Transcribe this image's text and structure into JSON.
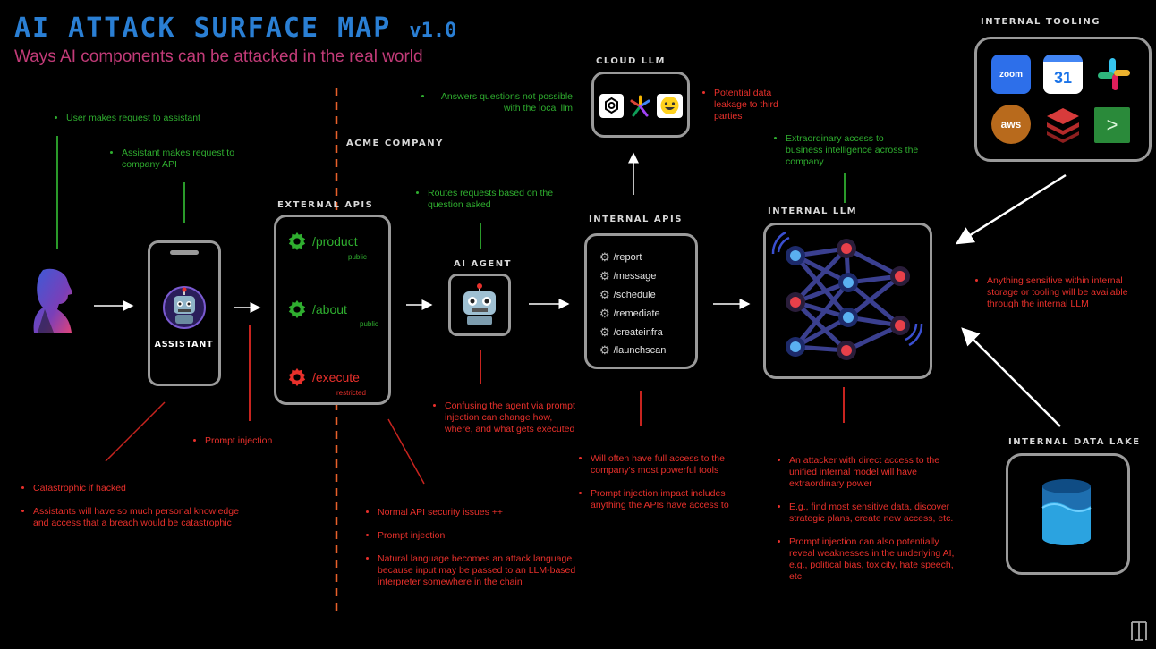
{
  "header": {
    "title": "AI ATTACK SURFACE MAP",
    "version": "v1.0",
    "subtitle": "Ways AI components can be attacked in the real world"
  },
  "sections": {
    "acme": "ACME COMPANY",
    "external_apis": "EXTERNAL APIS",
    "ai_agent": "AI AGENT",
    "cloud_llm": "CLOUD LLM",
    "internal_apis": "INTERNAL APIS",
    "internal_llm": "INTERNAL LLM",
    "internal_tooling": "INTERNAL TOOLING",
    "internal_data_lake": "INTERNAL DATA LAKE"
  },
  "assistant": {
    "label": "ASSISTANT"
  },
  "external_apis": [
    {
      "path": "/product",
      "tag": "public",
      "color": "#2fae2f"
    },
    {
      "path": "/about",
      "tag": "public",
      "color": "#2fae2f"
    },
    {
      "path": "/execute",
      "tag": "restricted",
      "color": "#e8302b"
    }
  ],
  "internal_apis": [
    "/report",
    "/message",
    "/schedule",
    "/remediate",
    "/createinfra",
    "/launchscan"
  ],
  "tooling": [
    "zoom",
    "31",
    "aws",
    ">"
  ],
  "notes": {
    "user": "User makes request to assistant",
    "assistant_api": "Assistant makes request to company API",
    "agent_routes": "Routes requests based on the question asked",
    "cloud_answers": "Answers questions not possible with the local llm",
    "cloud_leakage": "Potential data leakage to third parties",
    "llm_access": "Extraordinary access to business intelligence across the company",
    "sensitive": "Anything sensitive within internal storage or tooling will be available through the internal LLM",
    "prompt_injection_assistant": "Prompt injection",
    "assistant_risks": [
      "Catastrophic if hacked",
      "Assistants will have so much personal knowledge and access that a breach would be catastrophic"
    ],
    "external_risks": [
      "Normal API security issues ++",
      "Prompt injection",
      "Natural language becomes an attack language because input may be passed to an LLM-based interpreter somewhere in the chain"
    ],
    "agent_risk": "Confusing the agent via prompt injection can change how, where, and what gets executed",
    "internal_api_risks": [
      "Will often have full access to the company's most powerful tools",
      "Prompt injection impact includes anything the APIs have access to"
    ],
    "llm_risks": [
      "An attacker with direct access to the unified internal model will have extraordinary power",
      "E.g., find most sensitive data, discover strategic plans, create new access, etc.",
      "Prompt injection can also potentially reveal weaknesses in the underlying AI, e.g., political bias, toxicity, hate speech, etc."
    ]
  },
  "colors": {
    "title": "#2a7fd4",
    "subtitle": "#c23b78",
    "safe": "#2fae2f",
    "risk": "#e8302b",
    "border": "#9a9a9a"
  }
}
